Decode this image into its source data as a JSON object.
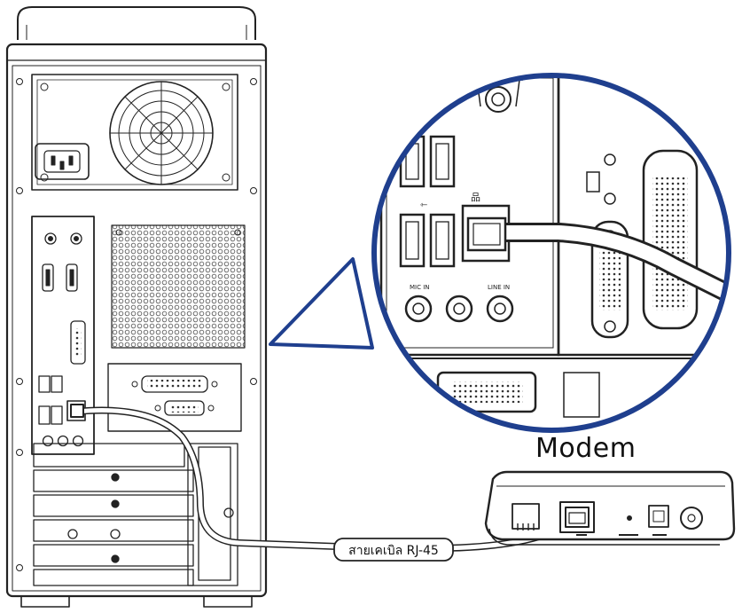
{
  "modem": {
    "title": "Modem"
  },
  "cable": {
    "label": "สายเคเบิล RJ-45"
  },
  "zoom_ports": {
    "mic_in": "MIC IN",
    "line_in": "LINE IN"
  }
}
